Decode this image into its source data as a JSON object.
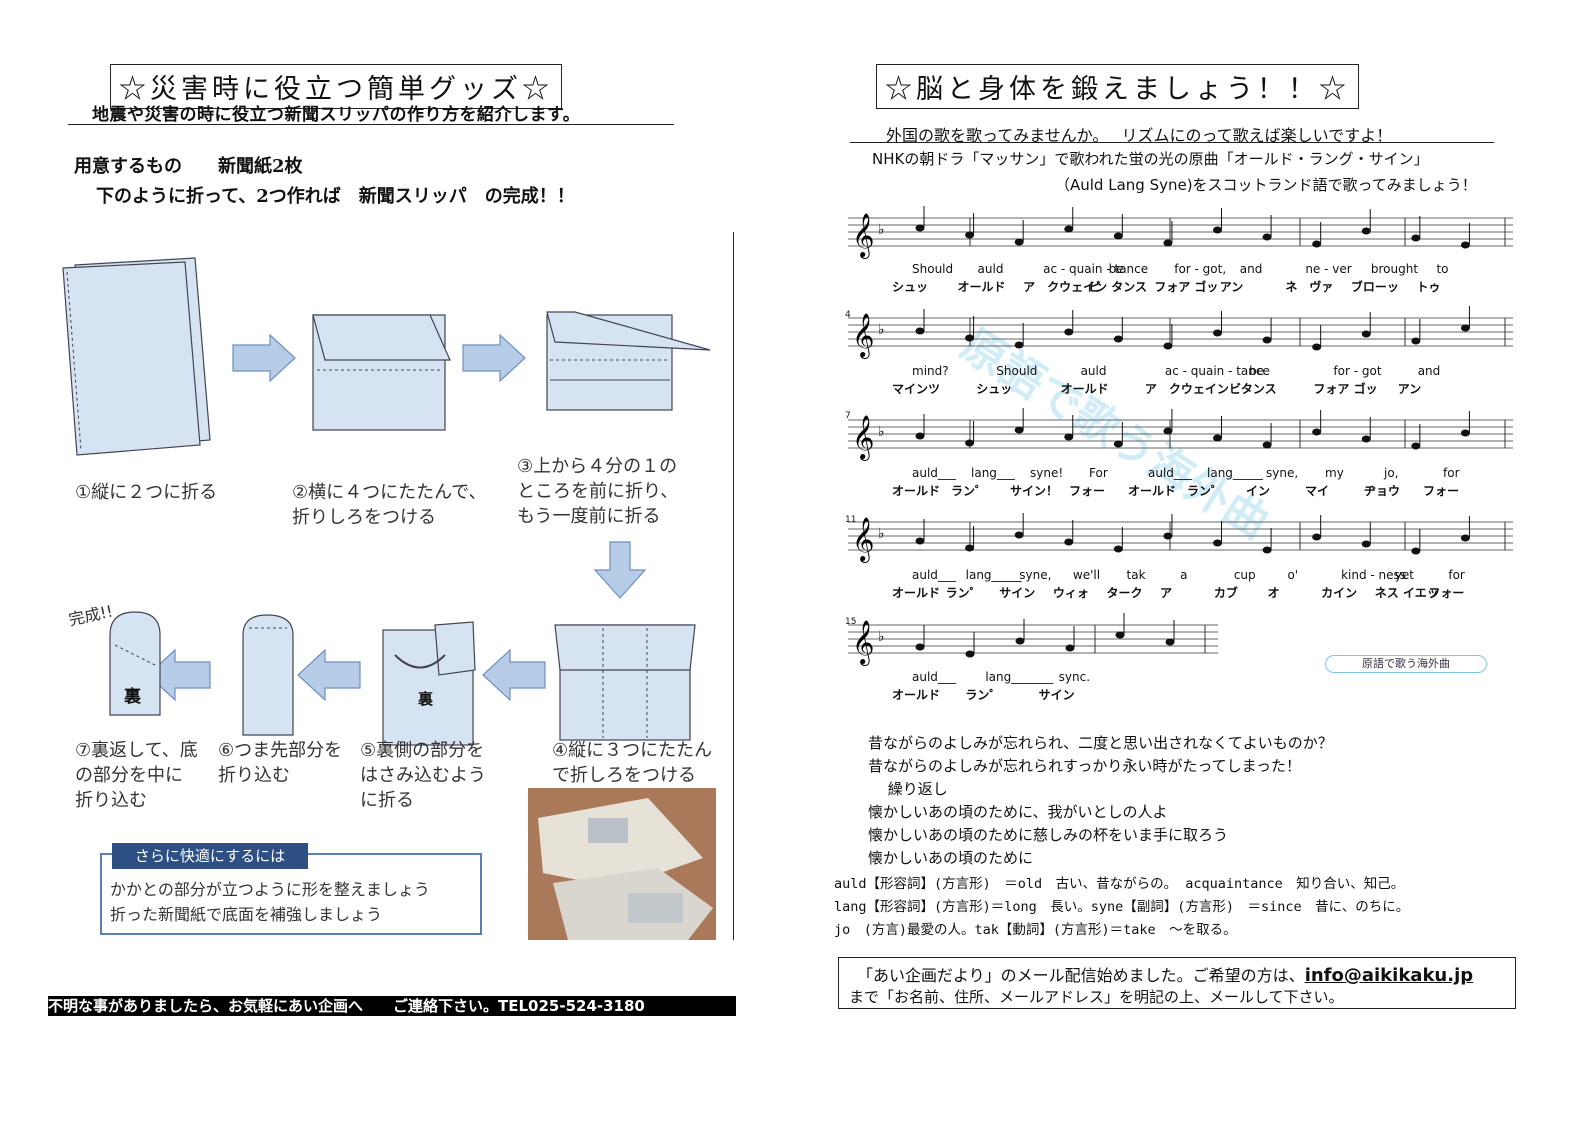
{
  "left": {
    "title": "☆災害時に役立つ簡単グッズ☆",
    "subtitle": "地震や災害の時に役立つ新聞スリッパの作り方を紹介します。",
    "materials_label": "用意するもの　　新聞紙2枚",
    "instruction": "下のように折って、2つ作れば　新聞スリッパ　の完成！！",
    "steps": [
      "①縦に２つに折る",
      "②横に４つにたたんで、\n折りしろをつける",
      "③上から４分の１の\nところを前に折り、\nもう一度前に折る",
      "④縦に３つにたたん\nで折しろをつける",
      "⑤裏側の部分を\nはさみ込むよう\nに折る",
      "⑥つま先部分を\n折り込む",
      "⑦裏返して、底\nの部分を中に\n折り込む"
    ],
    "completed_label": "完成!!",
    "back_label": "裏",
    "tips": {
      "heading": "さらに快適にするには",
      "lines": [
        "かかとの部分が立つように形を整えましょう",
        "折った新聞紙で底面を補強しましょう"
      ]
    },
    "footer": "不明な事がありましたら、お気軽にあい企画へ　　ご連絡下さい。TEL025-524-3180"
  },
  "right": {
    "title": "☆脳と身体を鍛えましょう！！☆",
    "subtitle": "外国の歌を歌ってみませんか。　 リズムにのって歌えば楽しいですよ！",
    "intro_line1": "NHKの朝ドラ「マッサン」で歌われた蛍の光の原曲「オールド・ラング・サイン」",
    "intro_line2": "（Auld Lang Syne)をスコットランド語で歌ってみましょう！",
    "watermark": "原語で歌う海外曲",
    "badge": "原語で歌う海外曲",
    "measure_numbers": [
      "4",
      "7",
      "11",
      "15"
    ],
    "staves": [
      {
        "en": [
          "Should",
          "auld",
          "ac - quain - tance",
          "be",
          "for - got,",
          "and",
          "ne - ver",
          "brought",
          "to"
        ],
        "ja": [
          "シュッ",
          "オールド",
          "ア　クウェイン タンス",
          "ビ",
          "フォア ゴッ",
          "アン",
          "ネ　ヴァ",
          "ブローッ",
          "トゥ"
        ]
      },
      {
        "en": [
          "mind?",
          "Should",
          "auld",
          "ac - quain - tance",
          "be",
          "for - got",
          "and"
        ],
        "ja": [
          "マインツ",
          "シュッ",
          "オールド",
          "ア　クウェイン　タンス",
          "ビ",
          "フォア ゴッ",
          "アン"
        ]
      },
      {
        "en": [
          "auld___",
          "lang___",
          "syne!",
          "For",
          "auld___",
          "lang_____",
          "syne,",
          "my",
          "jo,",
          "for"
        ],
        "ja": [
          "オールド",
          "ラン゜",
          "サイン！",
          "フォー",
          "オールド",
          "ラン゜",
          "イン",
          "マイ",
          "ヂョウ",
          "フォー"
        ]
      },
      {
        "en": [
          "auld___",
          "lang_____",
          "syne,",
          "we'll",
          "tak",
          "a",
          "cup",
          "o'",
          "kind - ness",
          "yet",
          "for"
        ],
        "ja": [
          "オールド",
          "ラン゜",
          "サイン",
          "ウィォ",
          "ターク",
          "ア",
          "カブ",
          "オ",
          "カイン",
          "ネス イエッ",
          "フォー"
        ]
      },
      {
        "en": [
          "auld___",
          "lang_______",
          "sync."
        ],
        "ja": [
          "オールド",
          "ラン゜",
          "サイン"
        ]
      }
    ],
    "translation": [
      "昔ながらのよしみが忘れられ、二度と思い出されなくてよいものか？",
      "昔ながらのよしみが忘れられすっかり永い時がたってしまった！",
      "　 繰り返し",
      "懐かしいあの頃のために、我がいとしの人よ",
      "懐かしいあの頃のために慈しみの杯をいま手に取ろう",
      "懐かしいあの頃のために"
    ],
    "glossary": [
      "auld【形容詞】(方言形)　＝old　古い、昔ながらの。 acquaintance　知り合い、知己。",
      "lang【形容詞】(方言形)＝long　長い。syne【副詞】(方言形)　＝since　昔に、のちに。",
      "jo　(方言)最愛の人。tak【動詞】(方言形)＝take　～を取る。"
    ],
    "mail_notice_line1": "「あい企画だより」のメール配信始めました。ご希望の方は、",
    "mail_email": "info@aikikaku.jp",
    "mail_notice_line2": "まで「お名前、住所、メールアドレス」を明記の上、メールして下さい。"
  }
}
